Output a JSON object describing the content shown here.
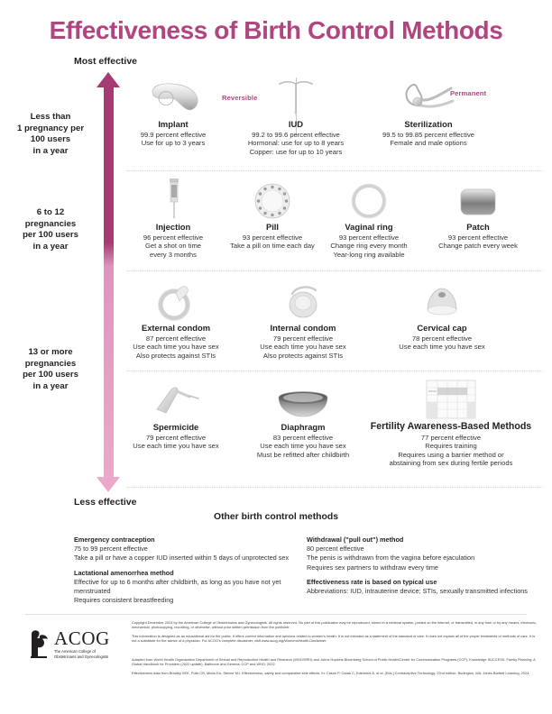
{
  "title": "Effectiveness of Birth Control Methods",
  "scale": {
    "top_label": "Most effective",
    "bottom_label": "Less effective",
    "rows": [
      {
        "label": "Less than\n1 pregnancy per\n100 users\nin a year"
      },
      {
        "label": "6 to 12\npregnancies\nper 100 users\nin a year"
      },
      {
        "label": "13 or more\npregnancies\nper 100 users\nin a year"
      }
    ]
  },
  "category_tags": {
    "reversible": "Reversible",
    "permanent": "Permanent"
  },
  "methods": [
    {
      "id": "implant",
      "icon": "implant-icon",
      "name": "Implant",
      "lines": [
        "99.9 percent effective",
        "Use for up to 3 years"
      ]
    },
    {
      "id": "iud",
      "icon": "iud-icon",
      "name": "IUD",
      "lines": [
        "99.2 to 99.6 percent effective",
        "Hormonal: use for up to 8 years",
        "Copper: use for up to 10 years"
      ]
    },
    {
      "id": "sterilization",
      "icon": "sterilization-icon",
      "name": "Sterilization",
      "lines": [
        "99.5 to 99.85 percent effective",
        "Female and male options"
      ]
    },
    {
      "id": "injection",
      "icon": "syringe-icon",
      "name": "Injection",
      "lines": [
        "96 percent effective",
        "Get a shot on time",
        "every 3 months"
      ]
    },
    {
      "id": "pill",
      "icon": "pill-pack-icon",
      "name": "Pill",
      "lines": [
        "93 percent effective",
        "Take a pill on time each day"
      ]
    },
    {
      "id": "vaginal-ring",
      "icon": "ring-icon",
      "name": "Vaginal ring",
      "lines": [
        "93 percent effective",
        "Change ring every month",
        "Year-long ring available"
      ]
    },
    {
      "id": "patch",
      "icon": "patch-icon",
      "name": "Patch",
      "lines": [
        "93 percent effective",
        "Change patch every week"
      ]
    },
    {
      "id": "external-condom",
      "icon": "external-condom-icon",
      "name": "External condom",
      "lines": [
        "87 percent effective",
        "Use each time you have sex",
        "Also protects against STIs"
      ]
    },
    {
      "id": "internal-condom",
      "icon": "internal-condom-icon",
      "name": "Internal condom",
      "lines": [
        "79 percent effective",
        "Use each time you have sex",
        "Also protects against STIs"
      ]
    },
    {
      "id": "cervical-cap",
      "icon": "cervical-cap-icon",
      "name": "Cervical cap",
      "lines": [
        "78 percent effective",
        "Use each time you have sex"
      ]
    },
    {
      "id": "spermicide",
      "icon": "spermicide-tube-icon",
      "name": "Spermicide",
      "lines": [
        "79 percent effective",
        "Use each time you have sex"
      ]
    },
    {
      "id": "diaphragm",
      "icon": "diaphragm-icon",
      "name": "Diaphragm",
      "lines": [
        "83 percent effective",
        "Use each time you have sex",
        "Must be refitted after childbirth"
      ]
    },
    {
      "id": "fertility-awareness",
      "icon": "calendar-chart-icon",
      "name": "Fertility Awareness-Based Methods",
      "lines": [
        "77 percent effective",
        "Requires training",
        "Requires using a barrier method or",
        "abstaining from sex during fertile periods"
      ]
    }
  ],
  "other_section": {
    "heading": "Other birth control methods",
    "left_items": [
      {
        "title": "Emergency contraception",
        "lines": [
          "75 to 99 percent effective",
          "Take a pill or have a copper IUD inserted within 5 days of unprotected sex"
        ]
      },
      {
        "title": "Lactational amenorrhea method",
        "lines": [
          "Effective for up to 6 months after childbirth, as long as you have not yet",
          "menstruated",
          "Requires consistent breastfeeding"
        ]
      }
    ],
    "right_items": [
      {
        "title": "Withdrawal (\"pull out\") method",
        "lines": [
          "80 percent effective",
          "The penis is withdrawn from the vagina before ejaculation",
          "Requires sex partners to withdraw every time"
        ]
      },
      {
        "title": "Effectiveness rate is based on typical use",
        "lines": [
          "Abbreviations: IUD, intrauterine device; STIs, sexually transmitted infections"
        ]
      }
    ]
  },
  "footer": {
    "logo_text": "ACOG",
    "logo_subtitle": "The American College of\nObstetricians and Gynecologists",
    "copyright": "Copyright December 2024 by the American College of Obstetricians and Gynecologists. All rights reserved. No part of this publication may be reproduced, stored in a retrieval system, posted on the internet, or transmitted, in any form or by any means, electronic, mechanical, photocopying, recording, or otherwise, without prior written permission from the publisher.",
    "disclaimer": "This information is designed as an educational aid for the public. It offers current information and opinions related to women's health. It is not intended as a statement of the standard of care. It does not explain all of the proper treatments or methods of care. It is not a substitute for the advice of a physician. For ACOG's complete disclaimer, visit www.acog.org/WomensHealth-Disclaimer.",
    "source1": "Adapted from World Health Organization Department of Sexual and Reproductive Health and Research (WHO/SRH) and Johns Hopkins Bloomberg School of Public Health/Center for Communication Programs (CCP), Knowledge SUCCESS. Family Planning: A Global Handbook for Providers (2022 update). Baltimore and Geneva: CCP and WHO; 2022.",
    "source2": "Effectiveness data from Bradley SEK, Polis CB, Micks EA, Steiner MJ. Effectiveness, safety and comparative side effects. In: Cason P, Cwiak C, Edelment A, et al. [Eds.] Contraceptive Technology. 22nd edition. Burlington, MA: Jones-Bartlett Learning; 2023."
  },
  "colors": {
    "brand_magenta": "#b0457f",
    "arrow_top": "#a63b74",
    "arrow_bottom": "#eda8c9",
    "text": "#231f20"
  }
}
